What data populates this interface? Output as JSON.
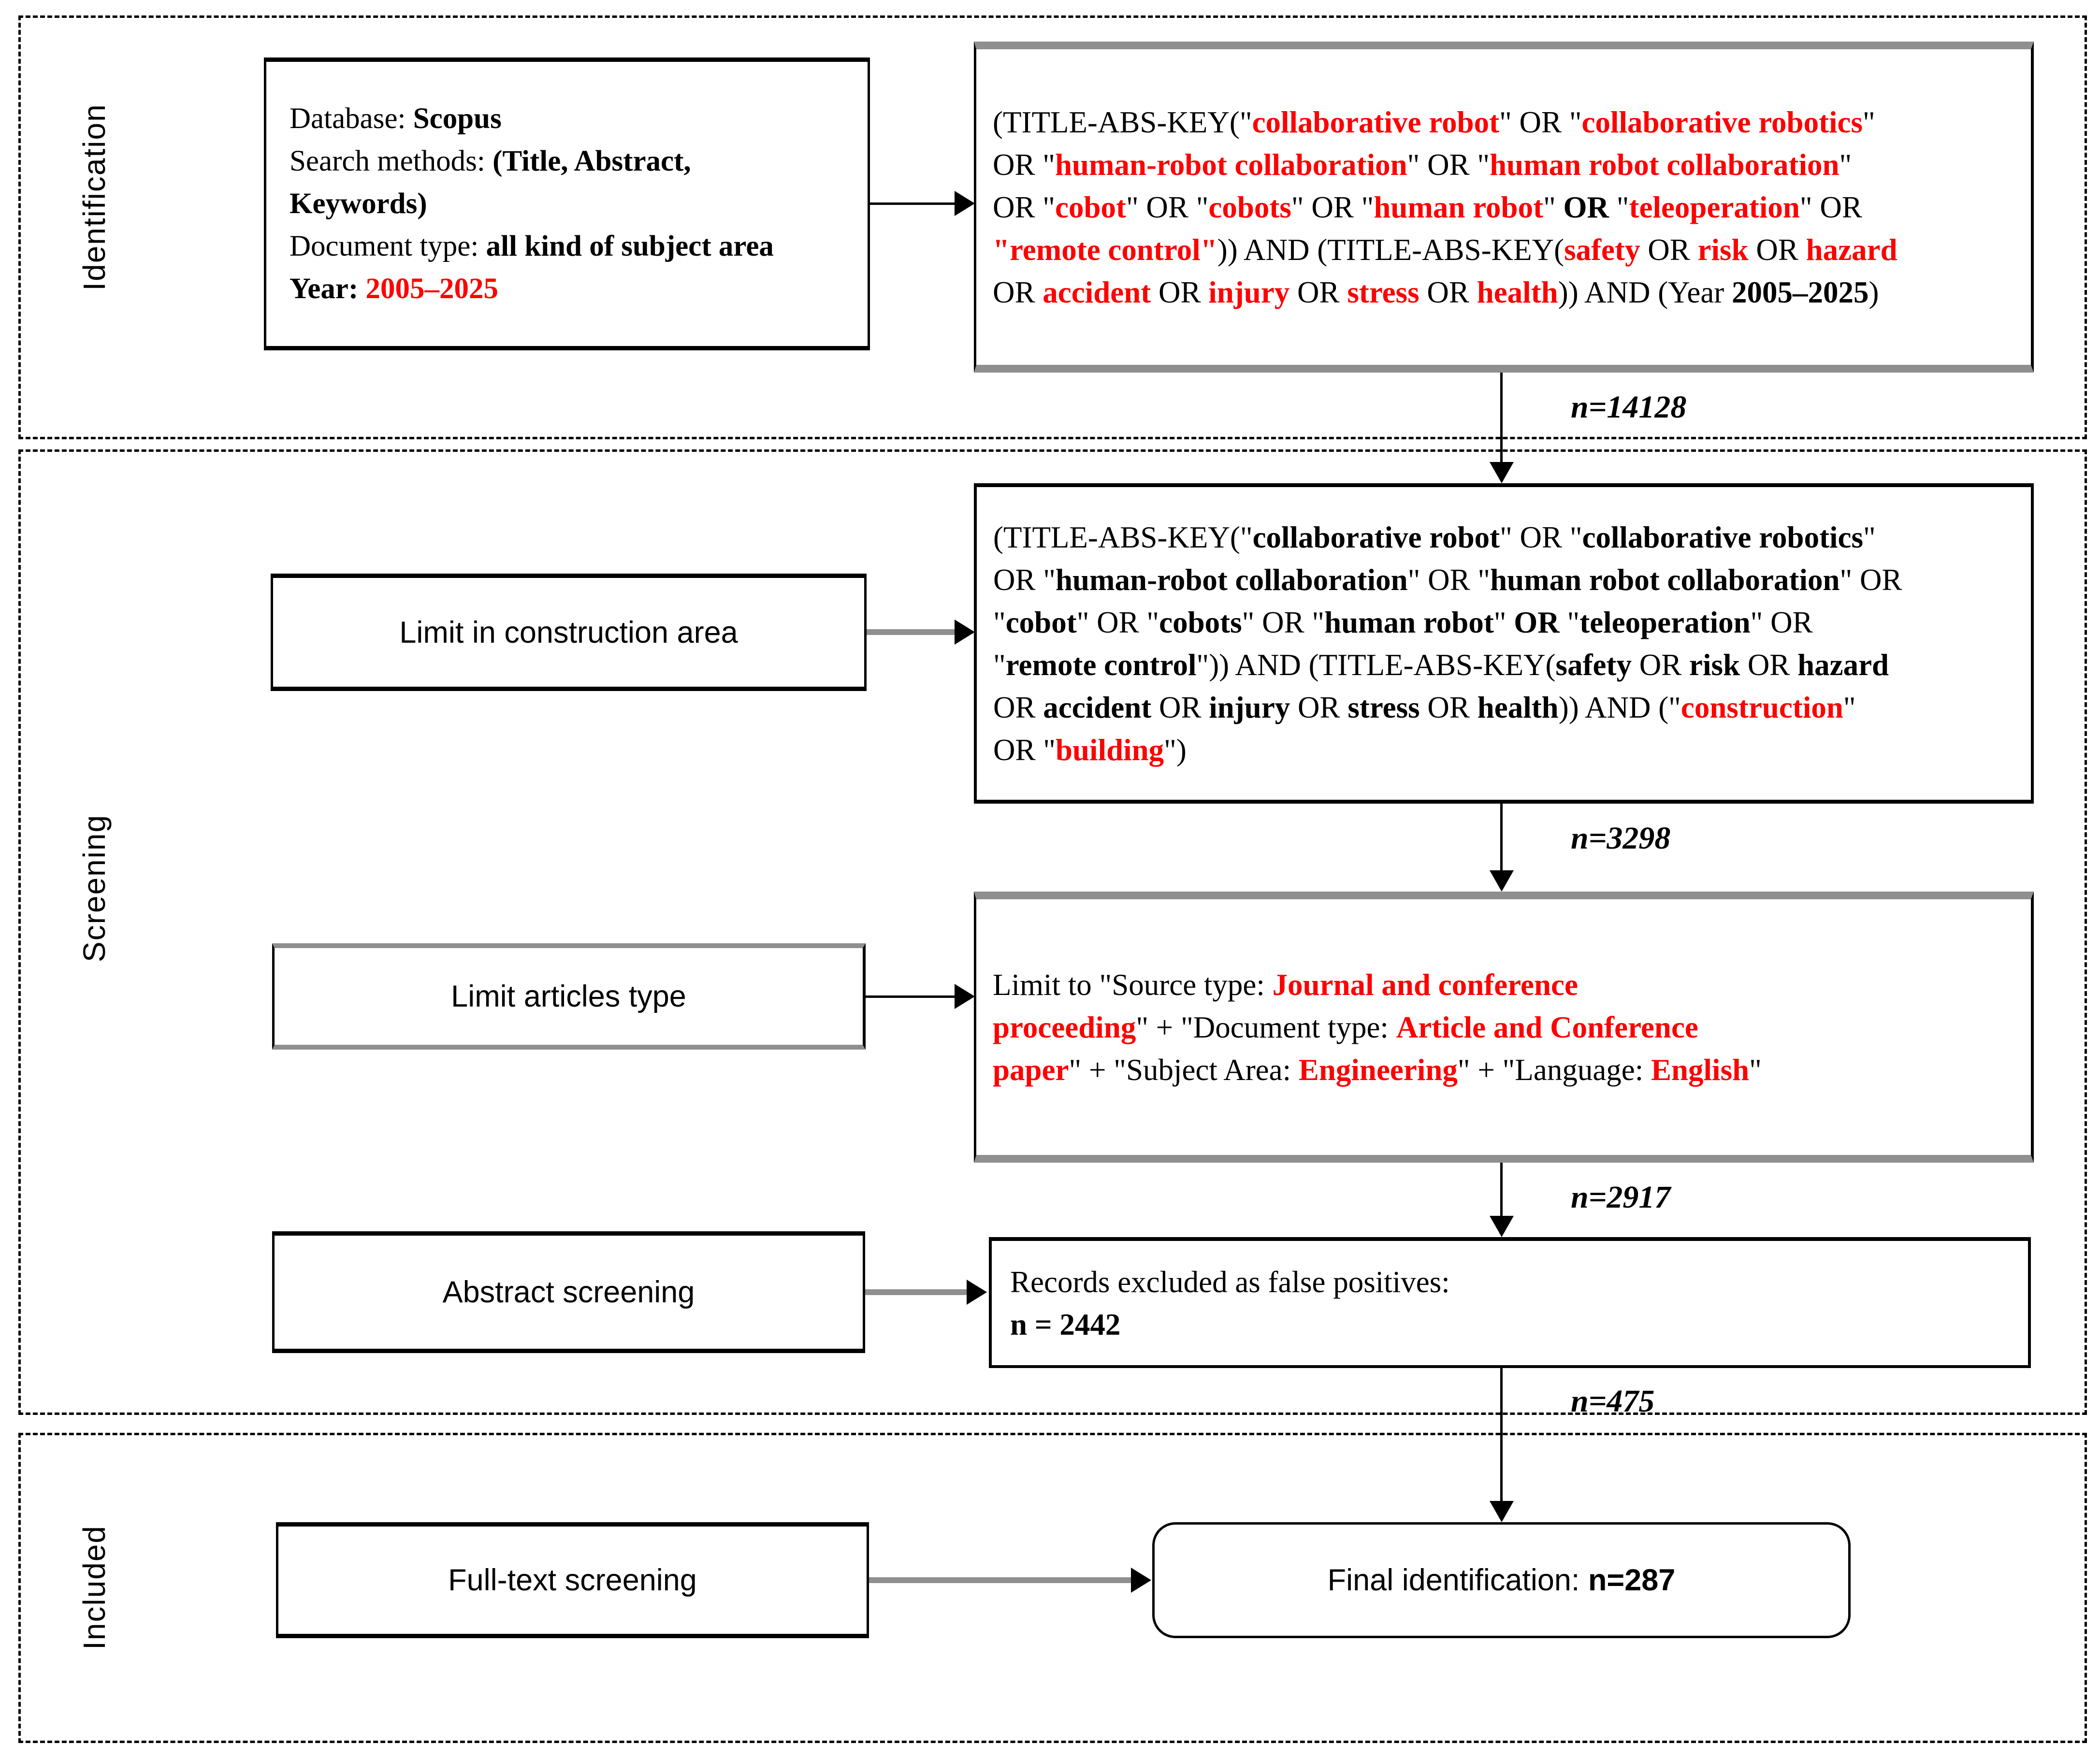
{
  "colors": {
    "red": "#ff0000",
    "gray_border": "#8f8f8f",
    "black": "#000000"
  },
  "sections": {
    "identification": {
      "label": "Identification"
    },
    "screening": {
      "label": "Screening"
    },
    "included": {
      "label": "Included"
    }
  },
  "counts": {
    "after_identification": "n=14128",
    "after_construction": "n=3298",
    "after_article_limit": "n=2917",
    "after_abstract": "n=475"
  },
  "boxes": {
    "criteria": {
      "lines": [
        [
          {
            "t": "Database: "
          },
          {
            "t": "Scopus",
            "s": "b"
          }
        ],
        [
          {
            "t": "Search methods: "
          },
          {
            "t": "(Title, Abstract,",
            "s": "b"
          }
        ],
        [
          {
            "t": "Keywords)",
            "s": "b"
          }
        ],
        [
          {
            "t": "Document type: "
          },
          {
            "t": "all kind of subject area",
            "s": "b"
          }
        ],
        [
          {
            "t": "Year: ",
            "s": "b"
          },
          {
            "t": "2005–2025",
            "s": "r"
          }
        ]
      ]
    },
    "query_initial": {
      "lines": [
        [
          {
            "t": "(TITLE-ABS-KEY(\""
          },
          {
            "t": "collaborative robot",
            "s": "r"
          },
          {
            "t": "\" OR \""
          },
          {
            "t": "collaborative robotics",
            "s": "r"
          },
          {
            "t": "\""
          }
        ],
        [
          {
            "t": "OR \""
          },
          {
            "t": "human-robot collaboration",
            "s": "r"
          },
          {
            "t": "\" OR \""
          },
          {
            "t": "human robot collaboration",
            "s": "r"
          },
          {
            "t": "\""
          }
        ],
        [
          {
            "t": "OR \""
          },
          {
            "t": "cobot",
            "s": "r"
          },
          {
            "t": "\" OR \""
          },
          {
            "t": "cobots",
            "s": "r"
          },
          {
            "t": "\" OR \""
          },
          {
            "t": "human robot",
            "s": "r"
          },
          {
            "t": "\" "
          },
          {
            "t": "OR",
            "s": "b"
          },
          {
            "t": " \""
          },
          {
            "t": "teleoperation",
            "s": "r"
          },
          {
            "t": "\" OR"
          }
        ],
        [
          {
            "t": "\"remote control\"",
            "s": "r"
          },
          {
            "t": ")) AND (TITLE-ABS-KEY("
          },
          {
            "t": "safety",
            "s": "r"
          },
          {
            "t": " OR "
          },
          {
            "t": "risk",
            "s": "r"
          },
          {
            "t": " OR "
          },
          {
            "t": "hazard",
            "s": "r"
          }
        ],
        [
          {
            "t": "OR "
          },
          {
            "t": "accident",
            "s": "r"
          },
          {
            "t": " OR "
          },
          {
            "t": "injury",
            "s": "r"
          },
          {
            "t": " OR "
          },
          {
            "t": "stress",
            "s": "r"
          },
          {
            "t": " OR "
          },
          {
            "t": "health",
            "s": "r"
          },
          {
            "t": ")) AND (Year "
          },
          {
            "t": "2005–2025",
            "s": "b"
          },
          {
            "t": ")"
          }
        ]
      ]
    },
    "limit_construction": {
      "label": "Limit in construction area"
    },
    "query_construction": {
      "lines": [
        [
          {
            "t": "(TITLE-ABS-KEY(\""
          },
          {
            "t": "collaborative robot",
            "s": "b"
          },
          {
            "t": "\" OR \""
          },
          {
            "t": "collaborative robotics",
            "s": "b"
          },
          {
            "t": "\""
          }
        ],
        [
          {
            "t": "OR \""
          },
          {
            "t": "human-robot collaboration",
            "s": "b"
          },
          {
            "t": "\" OR \""
          },
          {
            "t": "human robot collaboration",
            "s": "b"
          },
          {
            "t": "\" OR"
          }
        ],
        [
          {
            "t": "\""
          },
          {
            "t": "cobot",
            "s": "b"
          },
          {
            "t": "\" OR \""
          },
          {
            "t": "cobots",
            "s": "b"
          },
          {
            "t": "\" OR \""
          },
          {
            "t": "human robot",
            "s": "b"
          },
          {
            "t": "\" "
          },
          {
            "t": "OR",
            "s": "b"
          },
          {
            "t": " \""
          },
          {
            "t": "teleoperation",
            "s": "b"
          },
          {
            "t": "\" OR"
          }
        ],
        [
          {
            "t": "\""
          },
          {
            "t": "remote control",
            "s": "b"
          },
          {
            "t": "\")) AND (TITLE-ABS-KEY("
          },
          {
            "t": "safety",
            "s": "b"
          },
          {
            "t": " OR "
          },
          {
            "t": "risk",
            "s": "b"
          },
          {
            "t": " OR "
          },
          {
            "t": "hazard",
            "s": "b"
          }
        ],
        [
          {
            "t": "OR "
          },
          {
            "t": "accident",
            "s": "b"
          },
          {
            "t": " OR "
          },
          {
            "t": "injury",
            "s": "b"
          },
          {
            "t": " OR "
          },
          {
            "t": "stress",
            "s": "b"
          },
          {
            "t": " OR "
          },
          {
            "t": "health",
            "s": "b"
          },
          {
            "t": ")) AND (\""
          },
          {
            "t": "construction",
            "s": "r"
          },
          {
            "t": "\""
          }
        ],
        [
          {
            "t": "OR \""
          },
          {
            "t": "building",
            "s": "r"
          },
          {
            "t": "\")"
          }
        ]
      ]
    },
    "limit_articles": {
      "label": "Limit articles type"
    },
    "limit_type": {
      "lines": [
        [
          {
            "t": "Limit to \"Source type: "
          },
          {
            "t": "Journal and conference",
            "s": "r"
          }
        ],
        [
          {
            "t": "proceeding",
            "s": "r"
          },
          {
            "t": "\" + \"Document type: "
          },
          {
            "t": "Article and Conference",
            "s": "r"
          }
        ],
        [
          {
            "t": "paper",
            "s": "r"
          },
          {
            "t": "\" + \"Subject Area: "
          },
          {
            "t": "Engineering",
            "s": "r"
          },
          {
            "t": "\" + \"Language: "
          },
          {
            "t": "English",
            "s": "r"
          },
          {
            "t": "\""
          }
        ]
      ]
    },
    "abstract_screening": {
      "label": "Abstract screening"
    },
    "records_excluded": {
      "lines": [
        [
          {
            "t": "Records excluded as false positives:"
          }
        ],
        [
          {
            "t": "n = 2442",
            "s": "b"
          }
        ]
      ]
    },
    "fulltext_screening": {
      "label": "Full-text screening"
    },
    "final": {
      "prefix": "Final identification: ",
      "count": "n=287"
    }
  }
}
